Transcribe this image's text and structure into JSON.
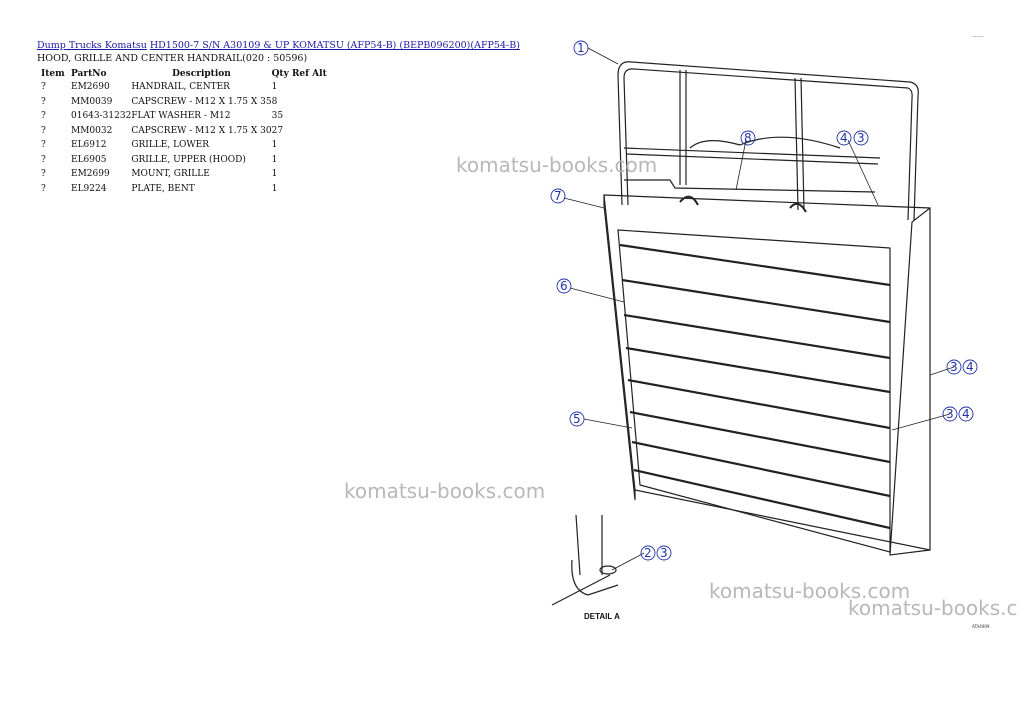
{
  "breadcrumb": {
    "home": "Dump Trucks Komatsu",
    "model": "HD1500-7 S/N A30109 & UP KOMATSU (AFP54-B) (BEPB096200)(AFP54-B)"
  },
  "subtitle": "HOOD, GRILLE AND CENTER HANDRAIL(020 : 50596)",
  "table": {
    "headers": {
      "item": "Item",
      "part": "PartNo",
      "desc": "Description",
      "qty": "Qty Ref Alt"
    },
    "rows": [
      {
        "item": "?",
        "part": "EM2690",
        "desc": "HANDRAIL, CENTER",
        "qty": "1"
      },
      {
        "item": "?",
        "part": "MM0039",
        "desc": "CAPSCREW - M12 X 1.75 X 35",
        "qty": "8"
      },
      {
        "item": "?",
        "part": "01643-31232",
        "desc": "FLAT WASHER - M12",
        "qty": "35"
      },
      {
        "item": "?",
        "part": "MM0032",
        "desc": "CAPSCREW - M12 X 1.75 X 30",
        "qty": "27"
      },
      {
        "item": "?",
        "part": "EL6912",
        "desc": "GRILLE, LOWER",
        "qty": "1"
      },
      {
        "item": "?",
        "part": "EL6905",
        "desc": "GRILLE, UPPER (HOOD)",
        "qty": "1"
      },
      {
        "item": "?",
        "part": "EM2699",
        "desc": "MOUNT, GRILLE",
        "qty": "1"
      },
      {
        "item": "?",
        "part": "EL9224",
        "desc": "PLATE, BENT",
        "qty": "1"
      }
    ]
  },
  "watermark": "komatsu-books.com",
  "watermark_last": "komatsu-books.c",
  "corner_tag": "--------",
  "drawing": {
    "detail_label": "DETAIL A",
    "code": "ATA4909",
    "callouts": [
      "1",
      "8",
      "4",
      "3",
      "7",
      "6",
      "3",
      "4",
      "3",
      "4",
      "5",
      "2",
      "3"
    ]
  }
}
